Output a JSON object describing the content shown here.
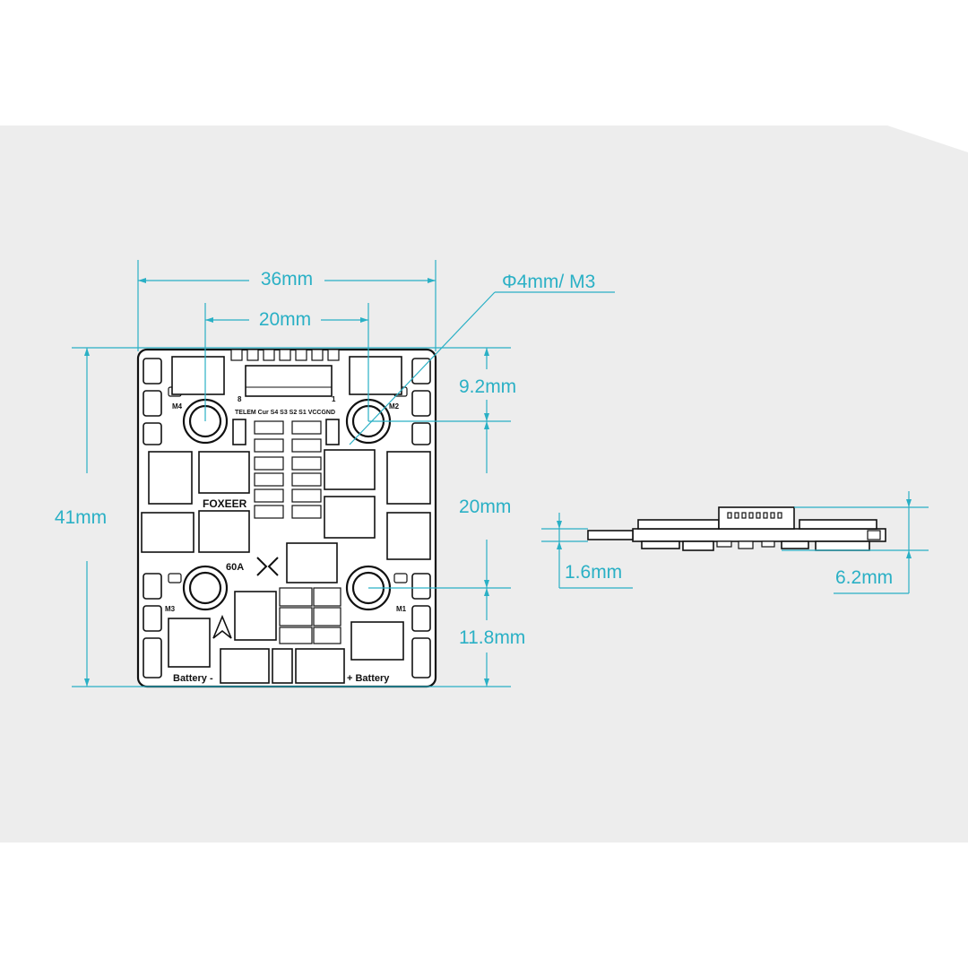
{
  "colors": {
    "background": "#ededed",
    "page": "#ffffff",
    "dimension": "#2ab0c5",
    "outline": "#111111"
  },
  "dimensions": {
    "width_total": "36mm",
    "hole_spacing_horizontal": "20mm",
    "hole_spec": "Φ4mm/ M3",
    "height_total": "41mm",
    "top_offset": "9.2mm",
    "hole_spacing_vertical": "20mm",
    "bottom_offset": "11.8mm",
    "board_thickness": "1.6mm",
    "total_height": "6.2mm"
  },
  "board_labels": {
    "brand": "FOXEER",
    "current": "60A",
    "motor1": "M1",
    "motor2": "M2",
    "motor3": "M3",
    "motor4": "M4",
    "battery_negative": "Battery -",
    "battery_positive": "+ Battery",
    "connector_pins": "TELEM Cur S4 S3 S2 S1 VCCGND",
    "pin_first": "1",
    "pin_last": "8"
  }
}
